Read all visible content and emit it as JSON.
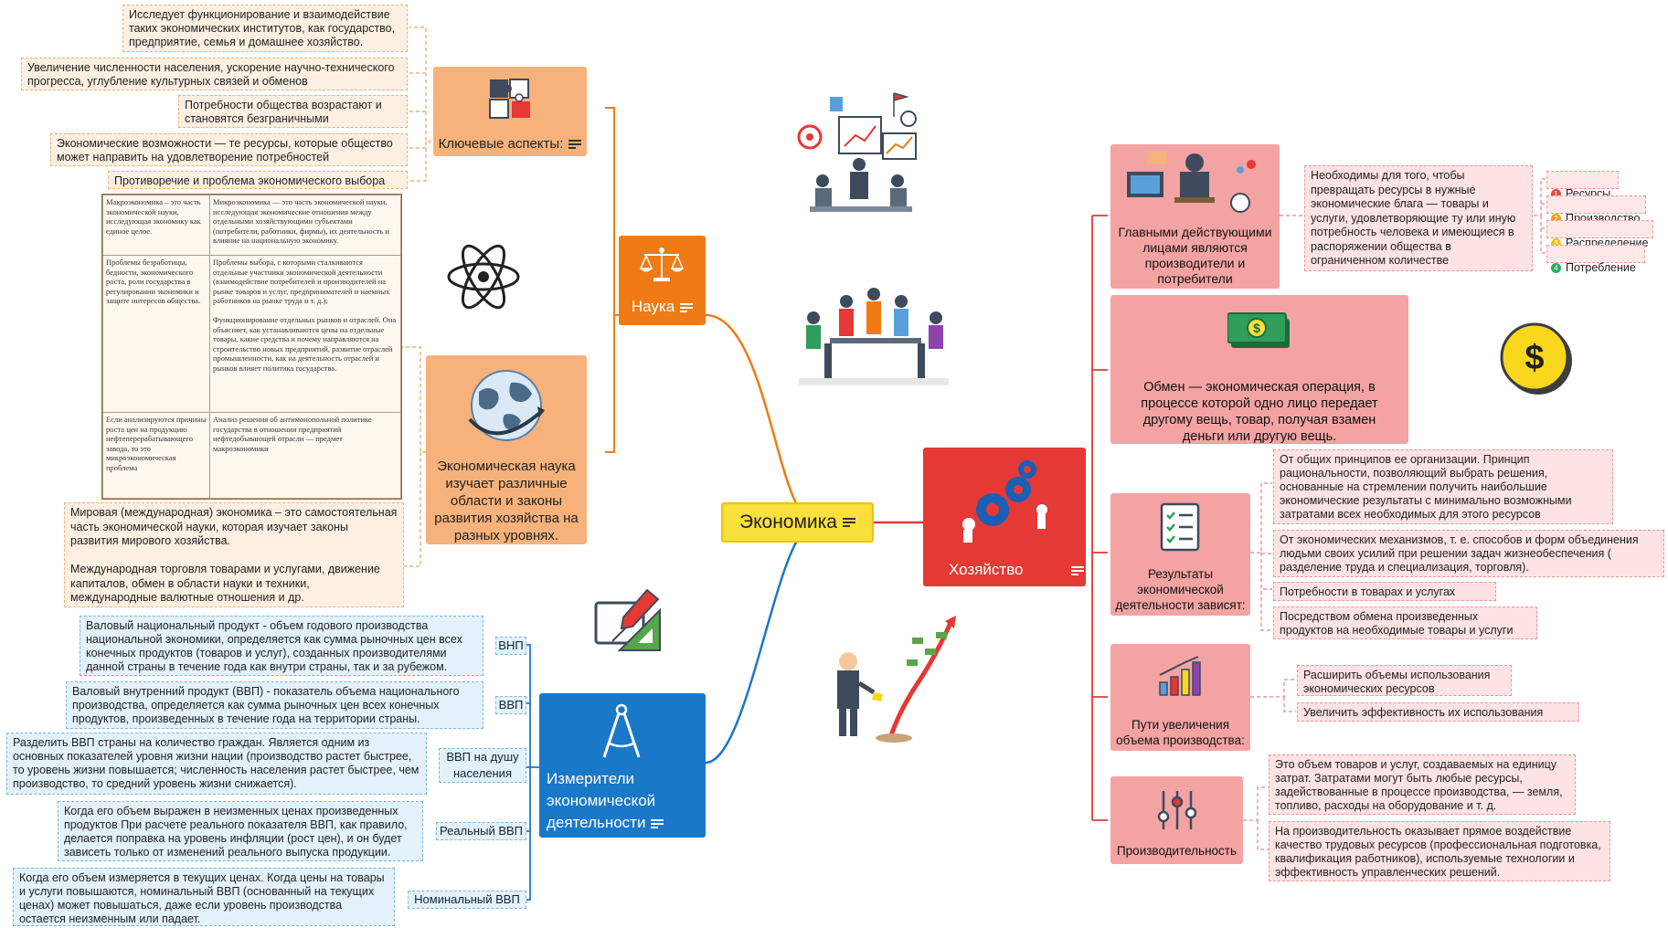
{
  "central": {
    "title": "Экономика"
  },
  "nauka": {
    "title": "Наука",
    "key_aspects": {
      "title": "Ключевые аспекты:",
      "notes": [
        "Исследует функционирование и взаимодействие таких экономических институтов, как государство, предприятие, семья и домашнее хозяйство.",
        "Увеличение численности населения, ускорение научно-технического прогресса, углубление культурных связей и обменов",
        "Потребности общества возрастают и становятся безграничными",
        "Экономические возможности — те ресурсы,  которые общество может направить  на удовлетворение потребностей",
        "Противоречие  и проблема экономического выбора"
      ]
    },
    "science_node": {
      "title": "Экономическая наука изучает различные области и законы развития хозяйства  на разных уровнях."
    },
    "table": {
      "rows": [
        [
          "Макроэкономика – это часть экономической науки, исследующая экономику как единое целое.",
          "Микроэкономика — это часть экономической науки, исследующая экономические отношения между отдельными хозяйствующими субъектами (потребители, работники, фирмы), их деятельность и влияние на национальную экономику."
        ],
        [
          "Проблемы безработицы, бедности, экономического роста, роли государства в регулировании экономики и защите интересов общества.",
          "Проблемы выбора, с которыми сталкиваются отдельные участники экономической деятельности (взаимодействие потребителей и производителей на рынке товаров и услуг, предпринимателей и наемных работников на рынке труда и т. д.);\n\nФункционирование отдельных рынков и отраслей. Она объясняет, как устанавливаются цены на отдельные товары, какие средства и почему направляются на строительство новых предприятий, развитие отраслей промышленности, как на деятельность отраслей и рынков влияет политика государства."
        ],
        [
          "Если анализируются причины роста цен на продукцию нефтеперерабатывающего завода, то это микроэкономическая проблема",
          "Анализ решения об антимонопольной политике государства в отношении предприятий нефтедобывающей отрасли — предмет макроэкономики"
        ]
      ]
    },
    "world_note": "Мировая (международная) экономика – это самостоятельная часть экономической науки, которая изучает законы развития мирового хозяйства.\n\nМеждународная торговля товарами и услугами, движение капиталов, обмен в области науки и техники, международные валютные отношения и др."
  },
  "meters": {
    "title": "Измерители экономической деятельности",
    "items": [
      {
        "tag": "ВНП",
        "note": "Валовый национальный продукт  - объем годового производства национальной экономики, определяется как сумма рыночных цен всех конечных продуктов (товаров и услуг), созданных производителями данной страны в течение года как внутри страны, так и за рубежом."
      },
      {
        "tag": "ВВП",
        "note": "Валовый внутренний продукт (ВВП) - показатель объема национального производства, определяется как сумма рыночных цен всех конечных продуктов, произведенных в течение года на территории страны."
      },
      {
        "tag": "ВВП на душу населения",
        "note": "Разделить ВВП страны на количество граждан. Является одним из основных показателей уровня жизни нации (производство растет быстрее, то уровень жизни повышается; численность населения растет быстрее, чем производство, то средний уровень жизни снижается)."
      },
      {
        "tag": "Реальный ВВП",
        "note": "Когда его объем выражен в неизменных ценах произведенных продуктов При расчете реального показателя ВВП, как правило, делается поправка на уровень инфляции (рост цен), и он будет зависеть только от изменений реального выпуска продукции."
      },
      {
        "tag": "Номинальный ВВП",
        "note": "Когда его объем измеряется в текущих ценах. Когда цены на товары и услуги повышаются, номинальный ВВП (основанный на текущих ценах) может повышаться, даже если уровень производства остается неизменным или падает."
      }
    ]
  },
  "household": {
    "title": "Хозяйство",
    "actors": {
      "title": "Главными действующими лицами являются производители и потребители",
      "note": "Необходимы для того, чтобы превращать ресурсы в нужные экономические блага — товары и услуги, удовлетворяющие ту или иную потребность человека и имеющиеся в распоряжении общества в ограниченном количестве",
      "list": [
        {
          "num": "1",
          "label": "Ресурсы",
          "color": "#e74c3c"
        },
        {
          "num": "2",
          "label": "Производство",
          "color": "#f39c12"
        },
        {
          "num": "3",
          "label": "Распределение",
          "color": "#f1c40f"
        },
        {
          "num": "4",
          "label": "Потребление",
          "color": "#27ae60"
        }
      ]
    },
    "exchange": {
      "title": "Обмен — экономическая операция, в процессе которой одно лицо передает другому вещь, товар, получая взамен деньги или другую вещь."
    },
    "results": {
      "title": "Результаты экономической деятельности зависят:",
      "notes": [
        "От общих принципов ее организации. Принцип рациональности, позволяющий выбрать решения, основанные на стремлении получить наибольшие экономические результаты с минимально возможными затратами всех необходимых для этого ресурсов",
        "От экономических механизмов, т. е. способов и форм объединения людьми своих усилий при решении задач жизнеобеспечения ( разделение труда и специализация, торговля).",
        "Потребности в товарах и услугах",
        "Посредством обмена произведенных продуктов на необходимые товары и услуги"
      ]
    },
    "growth": {
      "title": "Пути увеличения объема производства:",
      "notes": [
        "Расширить объемы использования экономических ресурсов",
        "Увеличить эффективность их использования"
      ]
    },
    "productivity": {
      "title": "Производительность",
      "notes": [
        "Это объем товаров и услуг, создаваемых на единицу затрат. Затратами могут быть любые ресурсы, задействованные в процессе производства, — земля, топливо, расходы на оборудование и т. д.",
        "На производительность оказывает прямое воздействие качество трудовых ресурсов (профессиональная подготовка, квалификация работников), используемые технологии и эффективность управленческих решений."
      ]
    }
  },
  "colors": {
    "nauka": "#f07b14",
    "nauka_light": "#f6b27a",
    "meters": "#1a78c8",
    "household": "#e53935",
    "household_light": "#f4a3a3",
    "central": "#f9e03c"
  },
  "icons": [
    "puzzle-icon",
    "scales-icon",
    "atom-icon",
    "globe-icon",
    "drafting-compass-icon",
    "ruler-pencil-icon",
    "gears-icon",
    "checklist-icon",
    "bar-growth-icon",
    "sliders-icon",
    "money-bill-icon",
    "dollar-coin-icon"
  ]
}
